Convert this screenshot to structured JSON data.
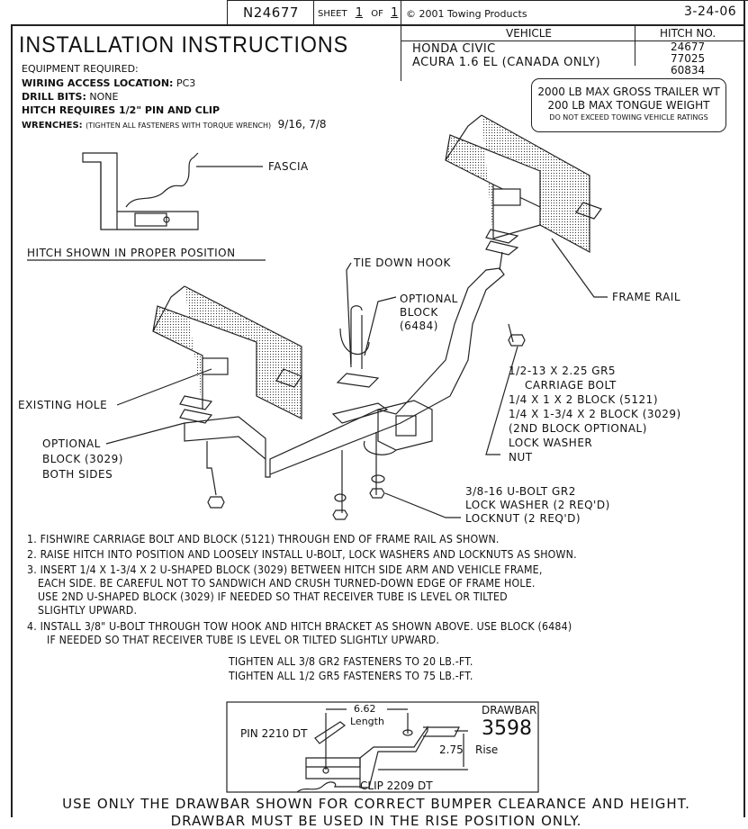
{
  "header": {
    "part_number": "N24677",
    "sheet_label": "SHEET",
    "sheet_num": "1",
    "of_label": "OF",
    "sheet_total": "1",
    "copyright": "© 2001 Towing Products",
    "date": "3-24-06"
  },
  "title": "INSTALLATION INSTRUCTIONS",
  "vehicle_table": {
    "vehicle_header": "VEHICLE",
    "hitch_header": "HITCH NO.",
    "vehicles": [
      "HONDA CIVIC",
      "ACURA 1.6 EL (CANADA ONLY)"
    ],
    "hitch_numbers": [
      "24677",
      "77025",
      "60834"
    ]
  },
  "ratings": {
    "line1": "2000 LB MAX GROSS TRAILER WT",
    "line2": "200 LB MAX TONGUE WEIGHT",
    "line3": "DO NOT EXCEED TOWING VEHICLE RATINGS"
  },
  "equipment": {
    "heading": "EQUIPMENT REQUIRED:",
    "wiring_label": "WIRING ACCESS LOCATION:",
    "wiring_value": "PC3",
    "drill_label": "DRILL BITS:",
    "drill_value": "NONE",
    "hitch_requires": "HITCH REQUIRES 1/2\" PIN AND CLIP",
    "wrenches_label": "WRENCHES:",
    "wrenches_note": "(TIGHTEN ALL FASTENERS WITH TORQUE WRENCH)",
    "wrenches_value": "9/16, 7/8"
  },
  "callouts": {
    "fascia": "FASCIA",
    "hitch_position": "HITCH SHOWN IN PROPER POSITION",
    "tie_down_hook": "TIE DOWN HOOK",
    "optional_block_6484": [
      "OPTIONAL",
      "BLOCK",
      "(6484)"
    ],
    "frame_rail": "FRAME RAIL",
    "existing_hole": "EXISTING HOLE",
    "optional_block_3029": [
      "OPTIONAL",
      "BLOCK (3029)",
      "BOTH SIDES"
    ],
    "carriage_bolt": [
      "1/2-13 X 2.25 GR5",
      "CARRIAGE BOLT",
      "1/4 X 1 X 2 BLOCK (5121)",
      "1/4 X 1-3/4 X 2 BLOCK (3029)",
      "(2ND BLOCK OPTIONAL)",
      "LOCK WASHER",
      "NUT"
    ],
    "u_bolt": [
      "3/8-16 U-BOLT GR2",
      "LOCK WASHER (2 REQ'D)",
      "LOCKNUT (2 REQ'D)"
    ]
  },
  "instructions": [
    [
      "1. FISHWIRE CARRIAGE BOLT AND BLOCK (5121) THROUGH END OF FRAME RAIL AS SHOWN."
    ],
    [
      "2. RAISE HITCH INTO POSITION AND LOOSELY INSTALL U-BOLT, LOCK WASHERS AND LOCKNUTS AS SHOWN."
    ],
    [
      "3. INSERT 1/4 X 1-3/4 X 2 U-SHAPED BLOCK (3029) BETWEEN HITCH SIDE ARM AND VEHICLE FRAME,",
      "EACH SIDE.  BE CAREFUL NOT TO SANDWICH AND CRUSH TURNED-DOWN EDGE OF FRAME HOLE.",
      "USE 2ND U-SHAPED BLOCK (3029) IF NEEDED SO THAT RECEIVER TUBE IS LEVEL OR TILTED",
      "SLIGHTLY UPWARD."
    ],
    [
      "4. INSTALL 3/8\" U-BOLT THROUGH TOW HOOK AND HITCH BRACKET AS SHOWN ABOVE.  USE BLOCK (6484)",
      "IF NEEDED SO THAT RECEIVER TUBE IS LEVEL OR TILTED SLIGHTLY UPWARD."
    ]
  ],
  "torque": [
    "TIGHTEN ALL 3/8 GR2 FASTENERS TO 20 LB.-FT.",
    "TIGHTEN ALL 1/2 GR5 FASTENERS TO 75 LB.-FT."
  ],
  "drawbar": {
    "label": "DRAWBAR",
    "number": "3598",
    "length_value": "6.62",
    "length_label": "Length",
    "rise_value": "2.75",
    "rise_label": "Rise",
    "pin": "PIN 2210 DT",
    "clip": "CLIP 2209 DT"
  },
  "footer": [
    "USE ONLY THE DRAWBAR SHOWN FOR CORRECT BUMPER CLEARANCE AND HEIGHT.",
    "DRAWBAR MUST BE USED IN THE RISE POSITION ONLY."
  ]
}
